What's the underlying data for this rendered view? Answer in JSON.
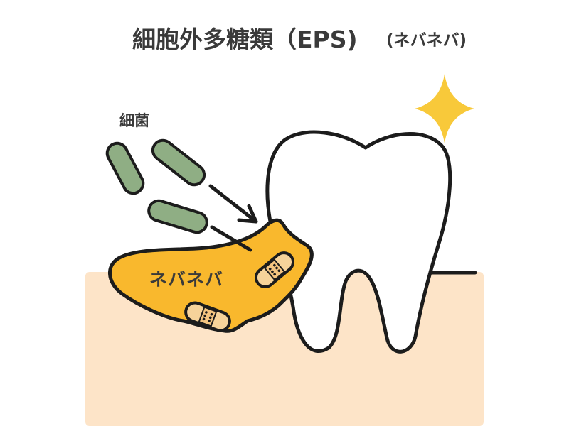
{
  "title": {
    "main": "細胞外多糖類（EPS)",
    "sub": "(ネバネバ)"
  },
  "labels": {
    "bacteria": "細菌",
    "slime": "ネバネバ"
  },
  "icons": {
    "sparkle": "sparkle-icon",
    "bandage": "bandage-icon",
    "bacterium": "rod-bacterium-icon",
    "arrow": "arrow-icon"
  },
  "colors": {
    "gum": "#fde4c8",
    "slime": "#f9b82d",
    "bacterium": "#8fae84",
    "sparkle": "#f8c93a",
    "bandage": "#f6d39a",
    "tooth": "#ffffff",
    "outline": "#1c1c1c"
  }
}
